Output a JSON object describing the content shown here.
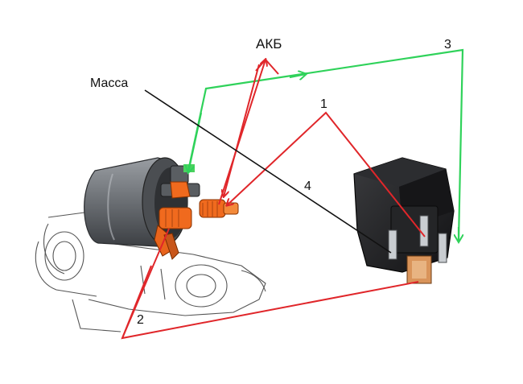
{
  "labels": {
    "battery": "АКБ",
    "ground": "Масса",
    "wire_1": "1",
    "wire_2": "2",
    "wire_3": "3",
    "wire_4": "4"
  },
  "colors": {
    "red_wire": "#e0262a",
    "green_wire": "#2fd25a",
    "ground_wire": "#111111",
    "terminal_orange": "#f06a1e",
    "solenoid_gray": "#6f7378",
    "relay_black": "#1c1c1e",
    "relay_blade": "#c9cdd1",
    "relay_blade_copper": "#d9945a"
  },
  "components": [
    "starter-motor",
    "solenoid",
    "relay"
  ]
}
